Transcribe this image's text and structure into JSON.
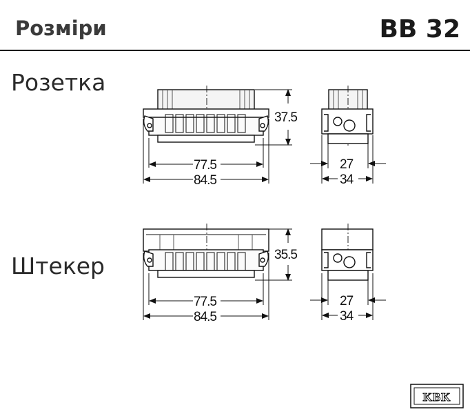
{
  "header": {
    "title": "Розміри",
    "model": "BB 32"
  },
  "sections": [
    {
      "label": "Розетка",
      "dims": {
        "height": "37.5",
        "inner_width": "77.5",
        "outer_width": "84.5",
        "side_inner": "27",
        "side_outer": "34"
      }
    },
    {
      "label": "Штекер",
      "dims": {
        "height": "35.5",
        "inner_width": "77.5",
        "outer_width": "84.5",
        "side_inner": "27",
        "side_outer": "34"
      }
    }
  ],
  "logo": {
    "text": "KBK"
  },
  "colors": {
    "ink": "#1a1a1a",
    "gray": "#777777",
    "light_gray": "#aaaaaa"
  }
}
